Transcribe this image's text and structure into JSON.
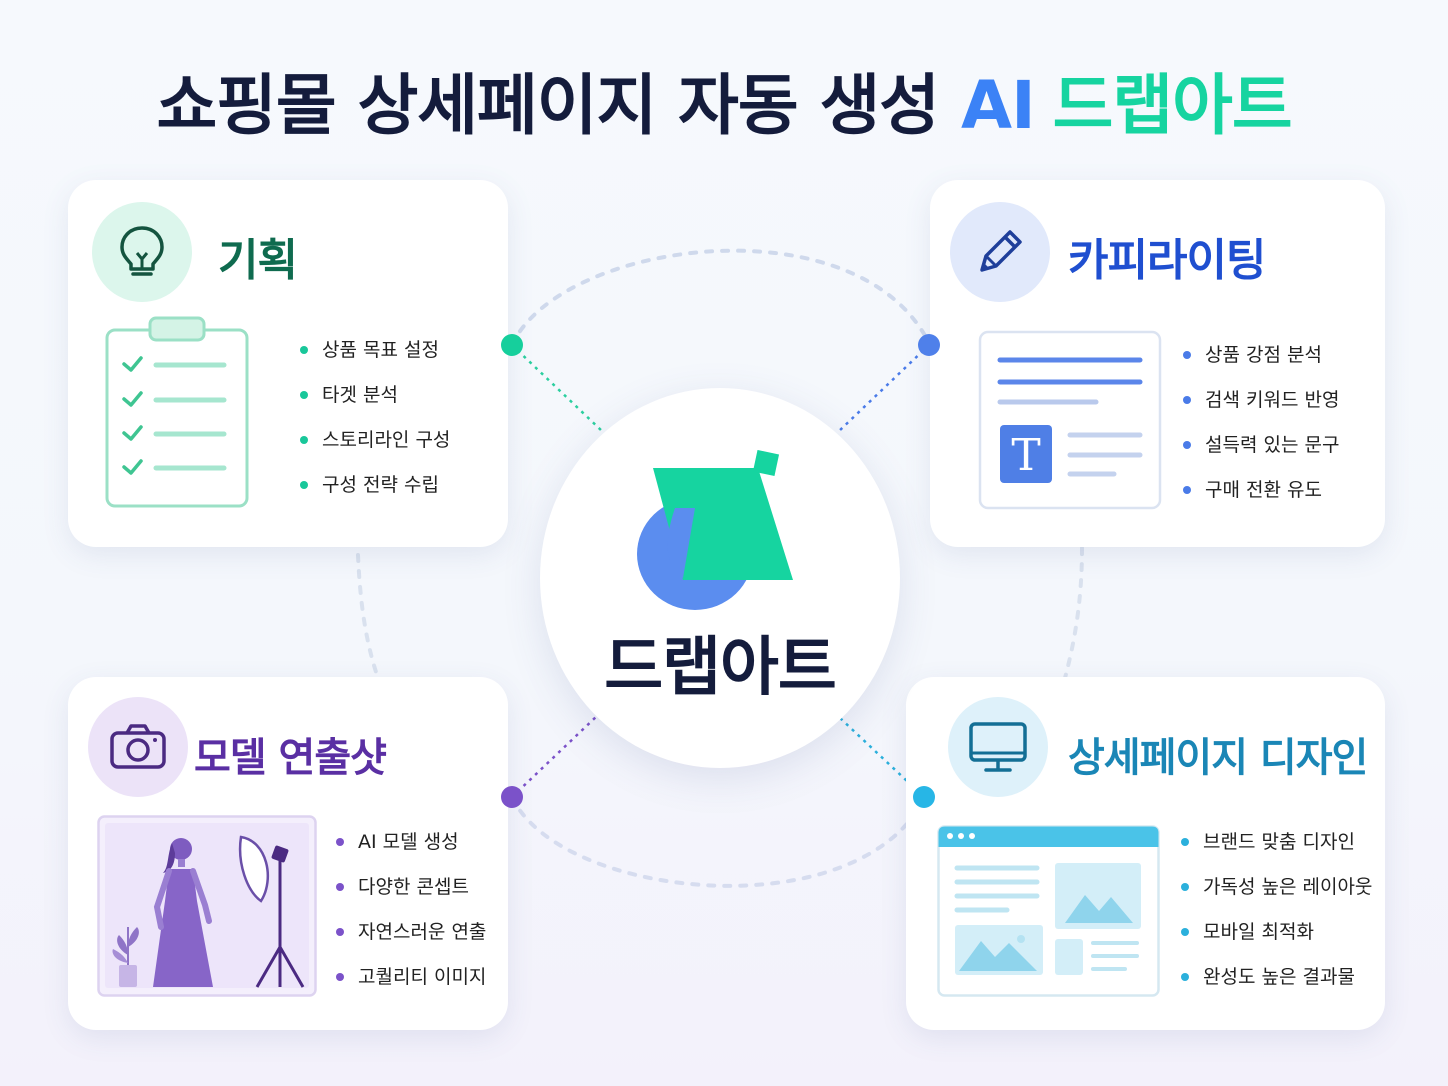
{
  "title": {
    "main": "쇼핑몰 상세페이지 자동 생성",
    "ai": "AI",
    "brand": "드랩아트"
  },
  "center": {
    "name": "드랩아트",
    "logo_colors": {
      "green": "#16d4a0",
      "blue": "#5b8def"
    }
  },
  "cards": {
    "planning": {
      "title": "기획",
      "icon": "lightbulb-icon",
      "accent": "#0f6b4f",
      "dot": "#19c79a",
      "items": [
        "상품 목표 설정",
        "타겟 분석",
        "스토리라인 구성",
        "구성 전략 수립"
      ]
    },
    "copywriting": {
      "title": "카피라이팅",
      "icon": "pencil-icon",
      "accent": "#1f4fd0",
      "dot": "#4a7be8",
      "items": [
        "상품 강점 분석",
        "검색 키워드 반영",
        "설득력 있는 문구",
        "구매 전환 유도"
      ]
    },
    "model": {
      "title": "모델 연출샷",
      "icon": "camera-icon",
      "accent": "#5a2fa3",
      "dot": "#7b52c9",
      "items": [
        "AI 모델 생성",
        "다양한 콘셉트",
        "자연스러운 연출",
        "고퀄리티 이미지"
      ]
    },
    "design": {
      "title": "상세페이지 디자인",
      "icon": "monitor-icon",
      "accent": "#1a86b6",
      "dot": "#2bb0dc",
      "items": [
        "브랜드 맞춤 디자인",
        "가독성 높은 레이아웃",
        "모바일 최적화",
        "완성도 높은 결과물"
      ]
    }
  }
}
